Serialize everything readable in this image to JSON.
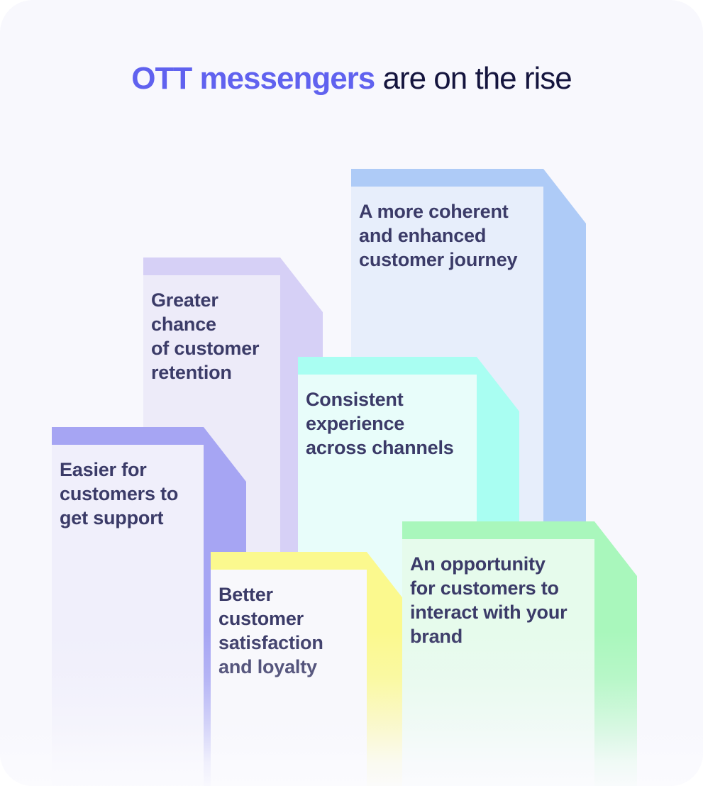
{
  "title": {
    "highlight": "OTT messengers",
    "rest": " are on the rise",
    "highlight_color": "#6062EF",
    "text_color": "#15153E"
  },
  "background_color": "#F8F8FD",
  "card_text_color": "#3B3B68",
  "cards": [
    {
      "id": "greater-retention",
      "text": "Greater\nchance\nof customer\nretention",
      "band_color": "#D6D0F6",
      "face_color": "#EDEBF9"
    },
    {
      "id": "coherent-journey",
      "text": "A more coherent\nand enhanced\ncustomer journey",
      "band_color": "#AECBF7",
      "face_color": "#E7EEFB"
    },
    {
      "id": "consistent-experience",
      "text": "Consistent\nexperience\nacross channels",
      "band_color": "#A9FEF2",
      "face_color": "#E8FDFA"
    },
    {
      "id": "easier-support",
      "text": "Easier for\ncustomers to\nget support",
      "band_color": "#A6A5F3",
      "face_color": "#F0EFFB"
    },
    {
      "id": "satisfaction-loyalty",
      "text": "Better\ncustomer\nsatisfaction\nand loyalty",
      "band_color": "#FBF98E",
      "face_color": "#F8F8FC"
    },
    {
      "id": "brand-interaction",
      "text": "An opportunity\nfor customers to\ninteract with your\nbrand",
      "band_color": "#A9F7BC",
      "face_color": "#E6FBEC"
    }
  ]
}
